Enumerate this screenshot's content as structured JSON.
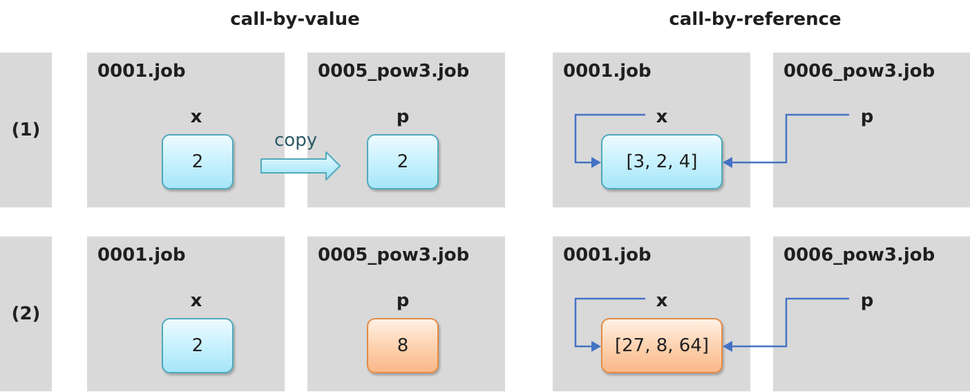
{
  "headings": {
    "left": "call-by-value",
    "right": "call-by-reference"
  },
  "rows": [
    {
      "label": "(1)",
      "value": {
        "caller": {
          "job": "0001.job",
          "var": "x",
          "value": "2"
        },
        "callee": {
          "job": "0005_pow3.job",
          "var": "p",
          "value": "2"
        },
        "copy_label": "copy"
      },
      "reference": {
        "caller": {
          "job": "0001.job",
          "var": "x",
          "value": "[3, 2, 4]"
        },
        "callee": {
          "job": "0006_pow3.job",
          "var": "p"
        }
      }
    },
    {
      "label": "(2)",
      "value": {
        "caller": {
          "job": "0001.job",
          "var": "x",
          "value": "2"
        },
        "callee": {
          "job": "0005_pow3.job",
          "var": "p",
          "value": "8"
        }
      },
      "reference": {
        "caller": {
          "job": "0001.job",
          "var": "x",
          "value": "[27, 8, 64]"
        },
        "callee": {
          "job": "0006_pow3.job",
          "var": "p"
        }
      }
    }
  ],
  "colors": {
    "panel": "#d9d9d9",
    "original_value_fill": "#c4f0fd",
    "changed_value_fill": "#fdd0ac",
    "reference_arrow": "#4472c4"
  }
}
